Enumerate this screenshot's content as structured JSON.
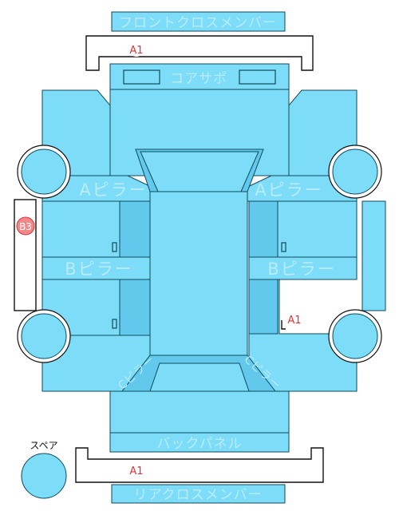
{
  "labels": {
    "front_cross_member": "フロントクロスメンバー",
    "core_support": "コアサポ",
    "a_pillar_left": "Aピラー",
    "a_pillar_right": "Aピラー",
    "b_pillar_left": "Bピラー",
    "b_pillar_right": "Bピラー",
    "back_panel": "バックパネル",
    "rear_cross_member": "リアクロスメンバー",
    "spare": "スペア",
    "c_pillar_left": "Cピラー",
    "c_pillar_right": "Cピラー"
  },
  "damage_marks": {
    "front_cross_member": "A1",
    "right_sill": "A1",
    "rear_cross_member": "A1",
    "left_side": "B3"
  },
  "colors": {
    "panel": "#7ddcf8",
    "panel_dark": "#62c8ec",
    "label": "#b9ecfb",
    "mark": "#e03434"
  }
}
